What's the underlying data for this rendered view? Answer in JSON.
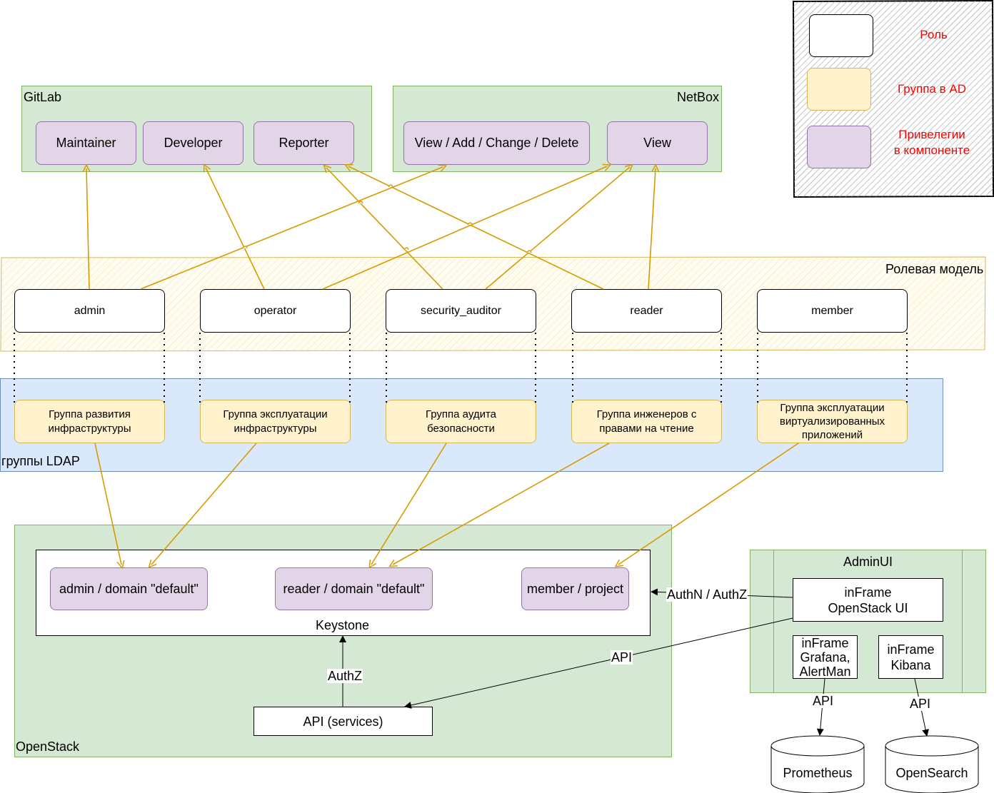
{
  "legend": {
    "role": "Роль",
    "ad_group": "Группа в AD",
    "privileges_line1": "Привелегии",
    "privileges_line2": "в компоненте"
  },
  "gitlab": {
    "title": "GitLab",
    "roles": [
      "Maintainer",
      "Developer",
      "Reporter"
    ]
  },
  "netbox": {
    "title": "NetBox",
    "roles": [
      "View / Add / Change / Delete",
      "View"
    ]
  },
  "role_model": {
    "title": "Ролевая модель",
    "roles": [
      "admin",
      "operator",
      "security_auditor",
      "reader",
      "member"
    ]
  },
  "ldap": {
    "title": "группы LDAP",
    "groups": [
      {
        "line1": "Группа развития",
        "line2": "инфраструктуры",
        "line3": ""
      },
      {
        "line1": "Группа эксплуатации",
        "line2": "инфраструктуры",
        "line3": ""
      },
      {
        "line1": "Группа аудита",
        "line2": "безопасности",
        "line3": ""
      },
      {
        "line1": "Группа инженеров с",
        "line2": "правами на чтение",
        "line3": ""
      },
      {
        "line1": "Группа эксплуатации",
        "line2": "виртуализированных",
        "line3": "приложений"
      }
    ]
  },
  "openstack": {
    "title": "OpenStack",
    "keystone": {
      "title": "Keystone",
      "roles": [
        "admin / domain \"default\"",
        "reader / domain \"default\"",
        "member / project"
      ]
    },
    "api_services": "API (services)",
    "authz_label": "AuthZ"
  },
  "adminui": {
    "title": "AdminUI",
    "openstack_ui": {
      "line1": "inFrame",
      "line2": "OpenStack UI"
    },
    "grafana": {
      "line1": "inFrame",
      "line2": "Grafana,",
      "line3": "AlertMan"
    },
    "kibana": {
      "line1": "inFrame",
      "line2": "Kibana"
    }
  },
  "edges": {
    "authn_authz": "AuthN / AuthZ",
    "api_main": "API",
    "api_grafana": "API",
    "api_kibana": "API"
  },
  "datastores": {
    "prometheus": "Prometheus",
    "opensearch": "OpenSearch"
  },
  "colors": {
    "arrow": "#d79b00",
    "green": "#d5e8d4",
    "blue": "#dae8fc",
    "purple": "#e1d5e7",
    "yellow": "#fff2cc",
    "legend_text": "#ff0000"
  }
}
